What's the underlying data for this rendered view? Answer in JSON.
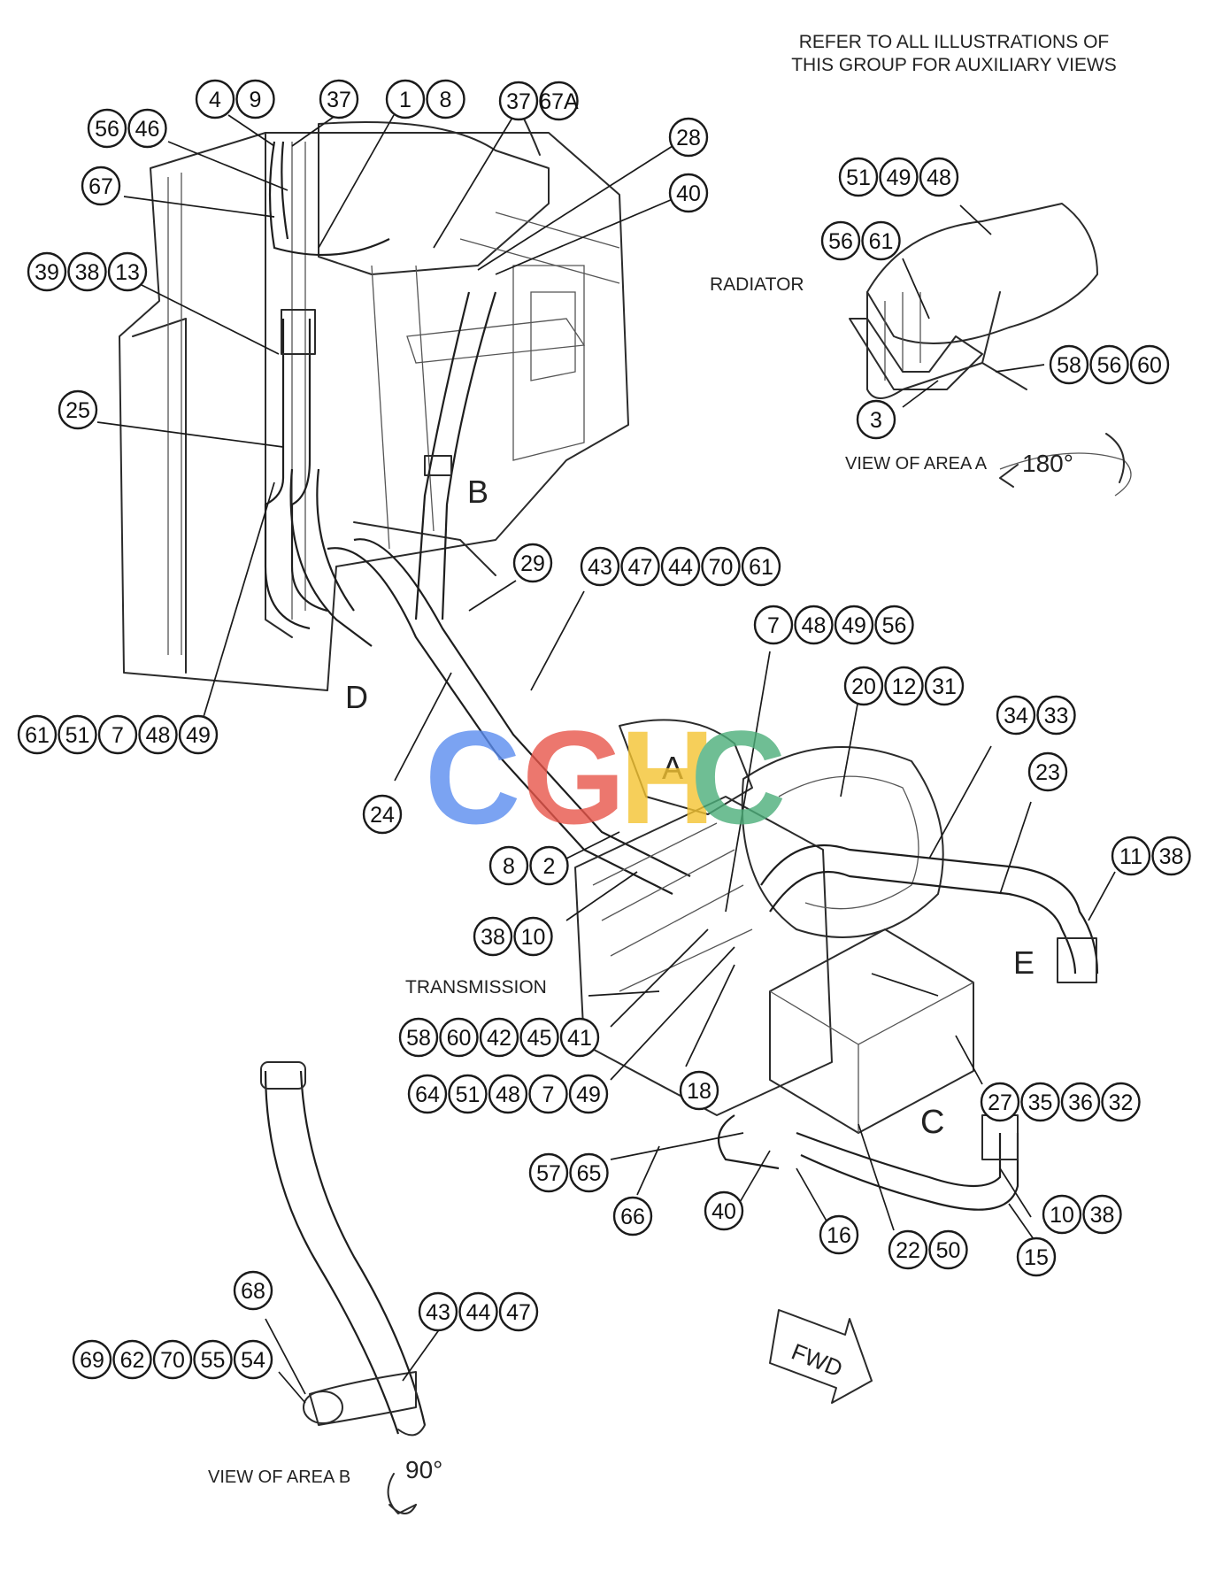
{
  "note": [
    "REFER TO ALL ILLUSTRATIONS OF",
    "THIS GROUP FOR AUXILIARY VIEWS"
  ],
  "labels": {
    "radiator": "RADIATOR",
    "transmission": "TRANSMISSION",
    "view_area_a": "VIEW OF AREA A",
    "view_area_b": "VIEW OF AREA B",
    "rotation_a": "180°",
    "rotation_b": "90°",
    "fwd": "FWD"
  },
  "area_letters": {
    "A": "A",
    "B": "B",
    "C": "C",
    "D": "D",
    "E": "E"
  },
  "watermark": "CGHC",
  "colors": {
    "watermark_blue": "#5b8def",
    "watermark_red": "#e8564a",
    "watermark_yellow": "#f5c431",
    "watermark_green": "#4caf7a"
  },
  "callout_groups": [
    [
      "4",
      "9"
    ],
    [
      "37"
    ],
    [
      "1",
      "8"
    ],
    [
      "37",
      "67A"
    ],
    [
      "56",
      "46"
    ],
    [
      "67"
    ],
    [
      "28"
    ],
    [
      "40"
    ],
    [
      "39",
      "38",
      "13"
    ],
    [
      "25"
    ],
    [
      "61",
      "51",
      "7",
      "48",
      "49"
    ],
    [
      "29"
    ],
    [
      "24"
    ],
    [
      "43",
      "47",
      "44",
      "70",
      "61"
    ],
    [
      "7",
      "48",
      "49",
      "56"
    ],
    [
      "20",
      "12",
      "31"
    ],
    [
      "34",
      "33"
    ],
    [
      "23"
    ],
    [
      "11",
      "38"
    ],
    [
      "8",
      "2"
    ],
    [
      "38",
      "10"
    ],
    [
      "58",
      "60",
      "42",
      "45",
      "41"
    ],
    [
      "64",
      "51",
      "48",
      "7",
      "49"
    ],
    [
      "18"
    ],
    [
      "27",
      "35",
      "36",
      "32"
    ],
    [
      "57",
      "65"
    ],
    [
      "66"
    ],
    [
      "40"
    ],
    [
      "16"
    ],
    [
      "22",
      "50"
    ],
    [
      "10",
      "38"
    ],
    [
      "15"
    ],
    [
      "51",
      "49",
      "48"
    ],
    [
      "56",
      "61"
    ],
    [
      "58",
      "56",
      "60"
    ],
    [
      "3"
    ],
    [
      "68"
    ],
    [
      "43",
      "44",
      "47"
    ],
    [
      "69",
      "62",
      "70",
      "55",
      "54"
    ]
  ]
}
